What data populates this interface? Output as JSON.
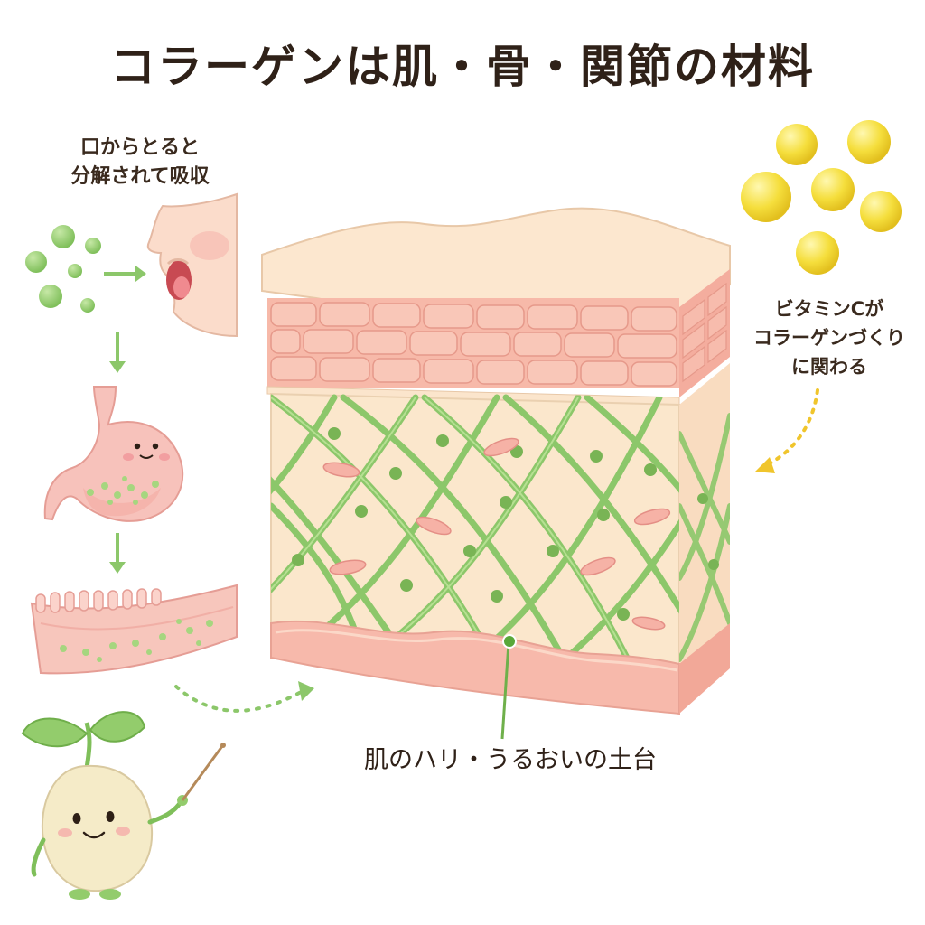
{
  "title": "コラーゲンは肌・骨・関節の材料",
  "absorption_label": [
    "口からとると",
    "分解されて吸収"
  ],
  "vitamin_c_label": [
    "ビタミンCが",
    "コラーゲンづくり",
    "に関わる"
  ],
  "skin_base_label": "肌のハリ・うるおいの土台",
  "colors": {
    "collagen_green": "#8cc76a",
    "vitamin_yellow": "#f2d93a",
    "skin_pink": "#f5b8ac",
    "skin_beige": "#fbe3c8"
  }
}
